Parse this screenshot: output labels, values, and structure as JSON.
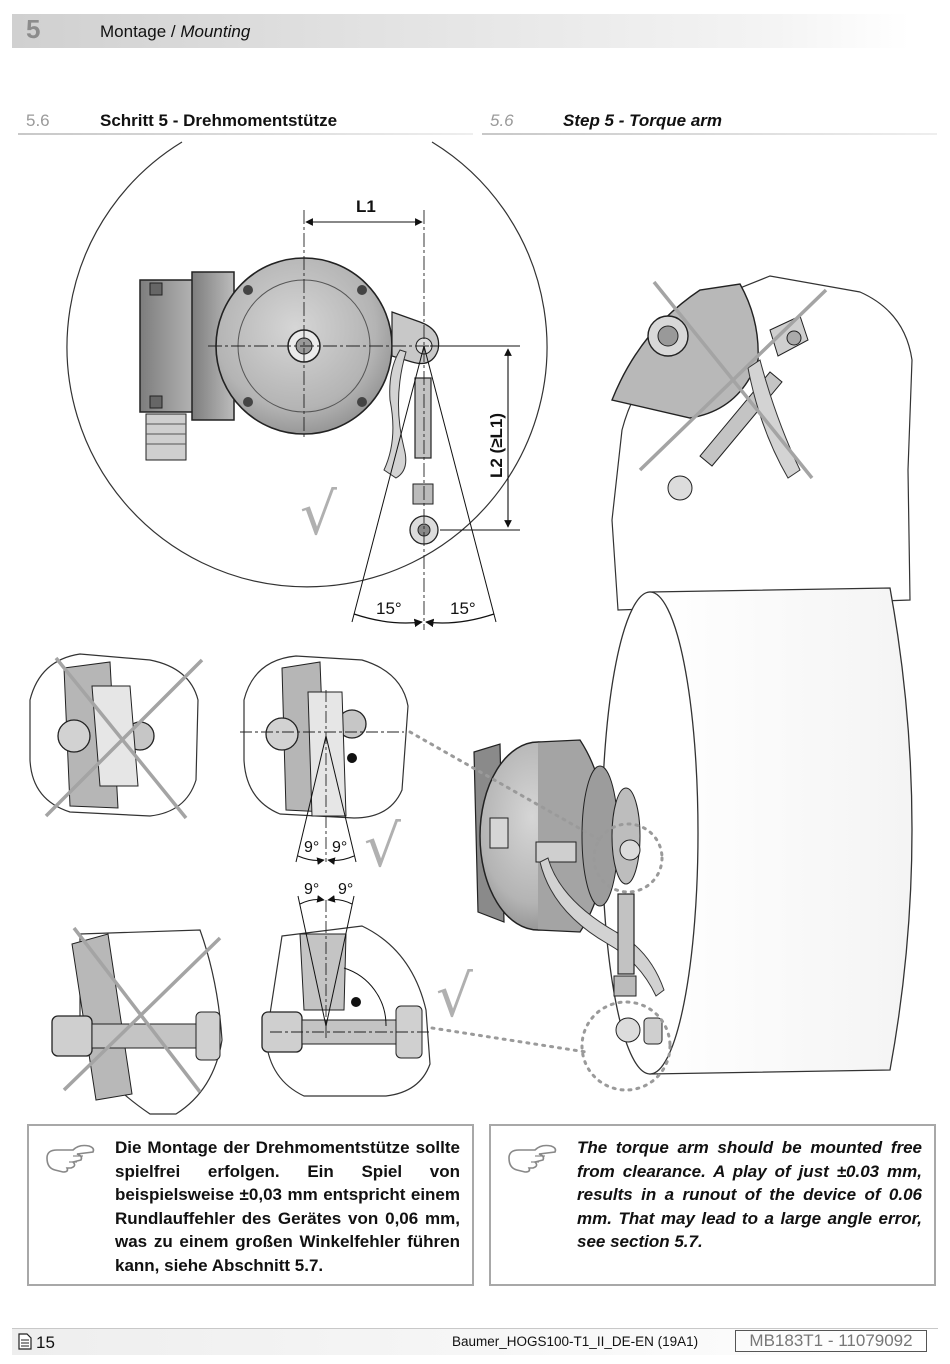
{
  "header": {
    "chapter_number": "5",
    "chapter_title_de": "Montage",
    "chapter_title_en": "Mounting",
    "separator": " / "
  },
  "section_de": {
    "number": "5.6",
    "title": "Schritt 5 - Drehmomentstütze"
  },
  "section_en": {
    "number": "5.6",
    "title": "Step 5 - Torque arm"
  },
  "diagram": {
    "dim_l1": "L1",
    "dim_l2": "L2 (≥L1)",
    "angle_left": "15°",
    "angle_right": "15°",
    "angle_9a": "9°",
    "angle_9b": "9°",
    "angle_9c": "9°",
    "angle_9d": "9°",
    "check_mark": "√"
  },
  "note_de": {
    "icon": "pointing-hand-icon",
    "text": "Die Montage der Drehmomentstütze sollte spielfrei erfolgen. Ein Spiel von beispielsweise ±0,03 mm entspricht einem Rundlauffehler des Gerätes von 0,06 mm, was zu einem großen Winkelfehler führen kann, siehe Abschnitt 5.7."
  },
  "note_en": {
    "icon": "pointing-hand-icon",
    "text": "The torque arm should be mounted free from clearance. A play of just ±0.03 mm, results in a runout of the device of 0.06 mm. That may lead to a large angle error, see section 5.7."
  },
  "footer": {
    "page_number": "15",
    "document_name": "Baumer_HOGS100-T1_II_DE-EN  (19A1)",
    "document_code": "MB183T1 - 11079092"
  },
  "colors": {
    "chapter_bar": "#d0d0d0",
    "box_border": "#a8a8a8",
    "metal": "#a9a9a9",
    "line": "#1a1a1a"
  }
}
